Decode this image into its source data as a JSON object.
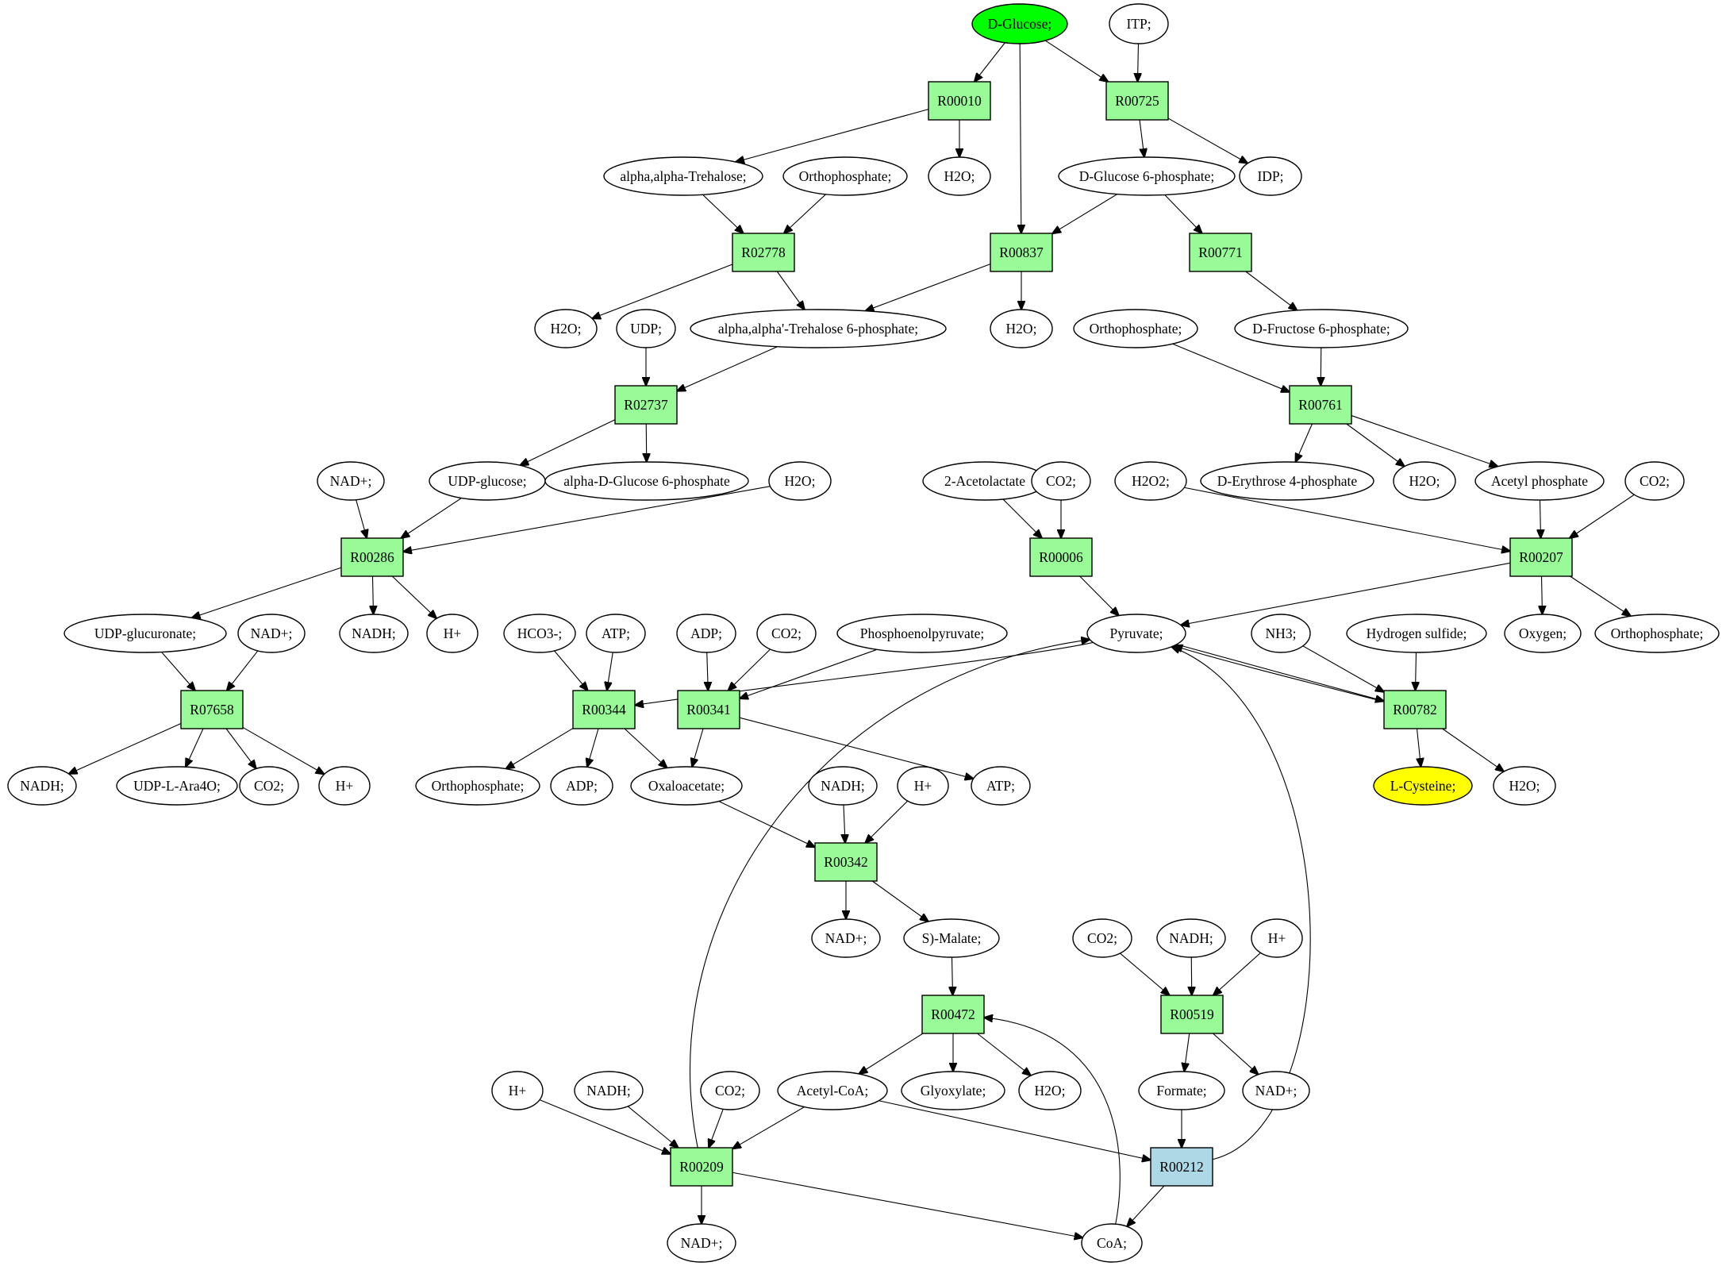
{
  "colors": {
    "reaction": "#98fb98",
    "reaction_highlight": "#add8e6",
    "compound": "#ffffff",
    "source_compound": "#00ff00",
    "target_compound": "#ffff00"
  },
  "nodes": [
    {
      "id": "glc",
      "kind": "compound",
      "label": "D-Glucose;",
      "fill": "source_compound"
    },
    {
      "id": "itp",
      "kind": "compound",
      "label": "ITP;"
    },
    {
      "id": "R00010",
      "kind": "reaction",
      "label": "R00010"
    },
    {
      "id": "R00725",
      "kind": "reaction",
      "label": "R00725"
    },
    {
      "id": "tre",
      "kind": "compound",
      "label": "alpha,alpha-Trehalose;"
    },
    {
      "id": "pi1",
      "kind": "compound",
      "label": "Orthophosphate;"
    },
    {
      "id": "h2o1",
      "kind": "compound",
      "label": "H2O;"
    },
    {
      "id": "g6p",
      "kind": "compound",
      "label": "D-Glucose 6-phosphate;"
    },
    {
      "id": "idp",
      "kind": "compound",
      "label": "IDP;"
    },
    {
      "id": "R02778",
      "kind": "reaction",
      "label": "R02778"
    },
    {
      "id": "R00837",
      "kind": "reaction",
      "label": "R00837"
    },
    {
      "id": "R00771",
      "kind": "reaction",
      "label": "R00771"
    },
    {
      "id": "h2o2",
      "kind": "compound",
      "label": "H2O;"
    },
    {
      "id": "udp",
      "kind": "compound",
      "label": "UDP;"
    },
    {
      "id": "t6p",
      "kind": "compound",
      "label": "alpha,alpha'-Trehalose 6-phosphate;"
    },
    {
      "id": "h2o3",
      "kind": "compound",
      "label": "H2O;"
    },
    {
      "id": "pi2",
      "kind": "compound",
      "label": "Orthophosphate;"
    },
    {
      "id": "f6p",
      "kind": "compound",
      "label": "D-Fructose 6-phosphate;"
    },
    {
      "id": "R02737",
      "kind": "reaction",
      "label": "R02737"
    },
    {
      "id": "R00761",
      "kind": "reaction",
      "label": "R00761"
    },
    {
      "id": "nad1",
      "kind": "compound",
      "label": "NAD+;"
    },
    {
      "id": "udpg",
      "kind": "compound",
      "label": "UDP-glucose;"
    },
    {
      "id": "ag6p",
      "kind": "compound",
      "label": "alpha-D-Glucose 6-phosphate"
    },
    {
      "id": "h2o4",
      "kind": "compound",
      "label": "H2O;"
    },
    {
      "id": "acl",
      "kind": "compound",
      "label": "2-Acetolactate"
    },
    {
      "id": "co2a",
      "kind": "compound",
      "label": "CO2;"
    },
    {
      "id": "h2o2x",
      "kind": "compound",
      "label": "H2O2;"
    },
    {
      "id": "e4p",
      "kind": "compound",
      "label": "D-Erythrose 4-phosphate"
    },
    {
      "id": "h2o5",
      "kind": "compound",
      "label": "H2O;"
    },
    {
      "id": "acp",
      "kind": "compound",
      "label": "Acetyl phosphate"
    },
    {
      "id": "co2b",
      "kind": "compound",
      "label": "CO2;"
    },
    {
      "id": "R00286",
      "kind": "reaction",
      "label": "R00286"
    },
    {
      "id": "R00006",
      "kind": "reaction",
      "label": "R00006"
    },
    {
      "id": "R00207",
      "kind": "reaction",
      "label": "R00207"
    },
    {
      "id": "udpgl",
      "kind": "compound",
      "label": "UDP-glucuronate;"
    },
    {
      "id": "nad2",
      "kind": "compound",
      "label": "NAD+;"
    },
    {
      "id": "nadh1",
      "kind": "compound",
      "label": "NADH;"
    },
    {
      "id": "hp1",
      "kind": "compound",
      "label": "H+"
    },
    {
      "id": "hco3",
      "kind": "compound",
      "label": "HCO3-;"
    },
    {
      "id": "atp1",
      "kind": "compound",
      "label": "ATP;"
    },
    {
      "id": "adp1",
      "kind": "compound",
      "label": "ADP;"
    },
    {
      "id": "co2c",
      "kind": "compound",
      "label": "CO2;"
    },
    {
      "id": "pep",
      "kind": "compound",
      "label": "Phosphoenolpyruvate;"
    },
    {
      "id": "pyr",
      "kind": "compound",
      "label": "Pyruvate;"
    },
    {
      "id": "nh3",
      "kind": "compound",
      "label": "NH3;"
    },
    {
      "id": "h2s",
      "kind": "compound",
      "label": "Hydrogen sulfide;"
    },
    {
      "id": "o2",
      "kind": "compound",
      "label": "Oxygen;"
    },
    {
      "id": "pi3",
      "kind": "compound",
      "label": "Orthophosphate;"
    },
    {
      "id": "R07658",
      "kind": "reaction",
      "label": "R07658"
    },
    {
      "id": "R00344",
      "kind": "reaction",
      "label": "R00344"
    },
    {
      "id": "R00341",
      "kind": "reaction",
      "label": "R00341"
    },
    {
      "id": "R00782",
      "kind": "reaction",
      "label": "R00782"
    },
    {
      "id": "nadh2",
      "kind": "compound",
      "label": "NADH;"
    },
    {
      "id": "udpara",
      "kind": "compound",
      "label": "UDP-L-Ara4O;"
    },
    {
      "id": "co2d",
      "kind": "compound",
      "label": "CO2;"
    },
    {
      "id": "hp2",
      "kind": "compound",
      "label": "H+"
    },
    {
      "id": "pi4",
      "kind": "compound",
      "label": "Orthophosphate;"
    },
    {
      "id": "adp2",
      "kind": "compound",
      "label": "ADP;"
    },
    {
      "id": "oaa",
      "kind": "compound",
      "label": "Oxaloacetate;"
    },
    {
      "id": "nadh3",
      "kind": "compound",
      "label": "NADH;"
    },
    {
      "id": "hp3",
      "kind": "compound",
      "label": "H+"
    },
    {
      "id": "atp2",
      "kind": "compound",
      "label": "ATP;"
    },
    {
      "id": "cys",
      "kind": "compound",
      "label": "L-Cysteine;",
      "fill": "target_compound"
    },
    {
      "id": "h2o6",
      "kind": "compound",
      "label": "H2O;"
    },
    {
      "id": "R00342",
      "kind": "reaction",
      "label": "R00342"
    },
    {
      "id": "nad3",
      "kind": "compound",
      "label": "NAD+;"
    },
    {
      "id": "mal",
      "kind": "compound",
      "label": "S)-Malate;"
    },
    {
      "id": "co2e",
      "kind": "compound",
      "label": "CO2;"
    },
    {
      "id": "nadh4",
      "kind": "compound",
      "label": "NADH;"
    },
    {
      "id": "hp4",
      "kind": "compound",
      "label": "H+"
    },
    {
      "id": "R00472",
      "kind": "reaction",
      "label": "R00472"
    },
    {
      "id": "R00519",
      "kind": "reaction",
      "label": "R00519"
    },
    {
      "id": "hp5",
      "kind": "compound",
      "label": "H+"
    },
    {
      "id": "nadh5",
      "kind": "compound",
      "label": "NADH;"
    },
    {
      "id": "co2f",
      "kind": "compound",
      "label": "CO2;"
    },
    {
      "id": "accoa",
      "kind": "compound",
      "label": "Acetyl-CoA;"
    },
    {
      "id": "glx",
      "kind": "compound",
      "label": "Glyoxylate;"
    },
    {
      "id": "h2o7",
      "kind": "compound",
      "label": "H2O;"
    },
    {
      "id": "fmt",
      "kind": "compound",
      "label": "Formate;"
    },
    {
      "id": "nad4",
      "kind": "compound",
      "label": "NAD+;"
    },
    {
      "id": "R00209",
      "kind": "reaction",
      "label": "R00209"
    },
    {
      "id": "R00212",
      "kind": "reaction",
      "label": "R00212",
      "fill": "reaction_highlight"
    },
    {
      "id": "nad5",
      "kind": "compound",
      "label": "NAD+;"
    },
    {
      "id": "coa",
      "kind": "compound",
      "label": "CoA;"
    }
  ],
  "edges": [
    [
      "glc",
      "R00010"
    ],
    [
      "glc",
      "R00837"
    ],
    [
      "glc",
      "R00725"
    ],
    [
      "itp",
      "R00725"
    ],
    [
      "R00010",
      "tre"
    ],
    [
      "R00010",
      "h2o1"
    ],
    [
      "R00725",
      "g6p"
    ],
    [
      "R00725",
      "idp"
    ],
    [
      "tre",
      "R02778"
    ],
    [
      "pi1",
      "R02778"
    ],
    [
      "g6p",
      "R00837"
    ],
    [
      "g6p",
      "R00771"
    ],
    [
      "R02778",
      "h2o2"
    ],
    [
      "R02778",
      "t6p"
    ],
    [
      "R00837",
      "t6p"
    ],
    [
      "R00837",
      "h2o3"
    ],
    [
      "R00771",
      "f6p"
    ],
    [
      "udp",
      "R02737"
    ],
    [
      "t6p",
      "R02737"
    ],
    [
      "pi2",
      "R00761"
    ],
    [
      "f6p",
      "R00761"
    ],
    [
      "R02737",
      "udpg"
    ],
    [
      "R02737",
      "ag6p"
    ],
    [
      "R00761",
      "e4p"
    ],
    [
      "R00761",
      "h2o5"
    ],
    [
      "R00761",
      "acp"
    ],
    [
      "nad1",
      "R00286"
    ],
    [
      "udpg",
      "R00286"
    ],
    [
      "h2o4",
      "R00286"
    ],
    [
      "acl",
      "R00006"
    ],
    [
      "co2a",
      "R00006"
    ],
    [
      "h2o2x",
      "R00207"
    ],
    [
      "acp",
      "R00207"
    ],
    [
      "co2b",
      "R00207"
    ],
    [
      "R00286",
      "udpgl"
    ],
    [
      "R00286",
      "nadh1"
    ],
    [
      "R00286",
      "hp1"
    ],
    [
      "R00006",
      "pyr"
    ],
    [
      "R00207",
      "pyr"
    ],
    [
      "R00207",
      "o2"
    ],
    [
      "R00207",
      "pi3"
    ],
    [
      "udpgl",
      "R07658"
    ],
    [
      "nad2",
      "R07658"
    ],
    [
      "hco3",
      "R00344"
    ],
    [
      "atp1",
      "R00344"
    ],
    [
      "pyr",
      "R00344"
    ],
    [
      "adp1",
      "R00341"
    ],
    [
      "co2c",
      "R00341"
    ],
    [
      "pep",
      "R00341"
    ],
    [
      "pyr",
      "R00782"
    ],
    [
      "nh3",
      "R00782"
    ],
    [
      "h2s",
      "R00782"
    ],
    [
      "R00782",
      "pyr"
    ],
    [
      "R07658",
      "nadh2"
    ],
    [
      "R07658",
      "udpara"
    ],
    [
      "R07658",
      "co2d"
    ],
    [
      "R07658",
      "hp2"
    ],
    [
      "R00344",
      "pi4"
    ],
    [
      "R00344",
      "adp2"
    ],
    [
      "R00344",
      "oaa"
    ],
    [
      "R00341",
      "oaa"
    ],
    [
      "R00341",
      "atp2"
    ],
    [
      "R00782",
      "cys"
    ],
    [
      "R00782",
      "h2o6"
    ],
    [
      "oaa",
      "R00342"
    ],
    [
      "nadh3",
      "R00342"
    ],
    [
      "hp3",
      "R00342"
    ],
    [
      "R00342",
      "nad3"
    ],
    [
      "R00342",
      "mal"
    ],
    [
      "mal",
      "R00472"
    ],
    [
      "coa",
      "R00472"
    ],
    [
      "co2e",
      "R00519"
    ],
    [
      "nadh4",
      "R00519"
    ],
    [
      "hp4",
      "R00519"
    ],
    [
      "R00472",
      "accoa"
    ],
    [
      "R00472",
      "glx"
    ],
    [
      "R00472",
      "h2o7"
    ],
    [
      "R00519",
      "fmt"
    ],
    [
      "R00519",
      "nad4"
    ],
    [
      "hp5",
      "R00209"
    ],
    [
      "nadh5",
      "R00209"
    ],
    [
      "co2f",
      "R00209"
    ],
    [
      "accoa",
      "R00209"
    ],
    [
      "R00209",
      "pyr"
    ],
    [
      "accoa",
      "R00212"
    ],
    [
      "fmt",
      "R00212"
    ],
    [
      "R00212",
      "pyr"
    ],
    [
      "R00209",
      "nad5"
    ],
    [
      "R00209",
      "coa"
    ],
    [
      "R00212",
      "coa"
    ]
  ]
}
